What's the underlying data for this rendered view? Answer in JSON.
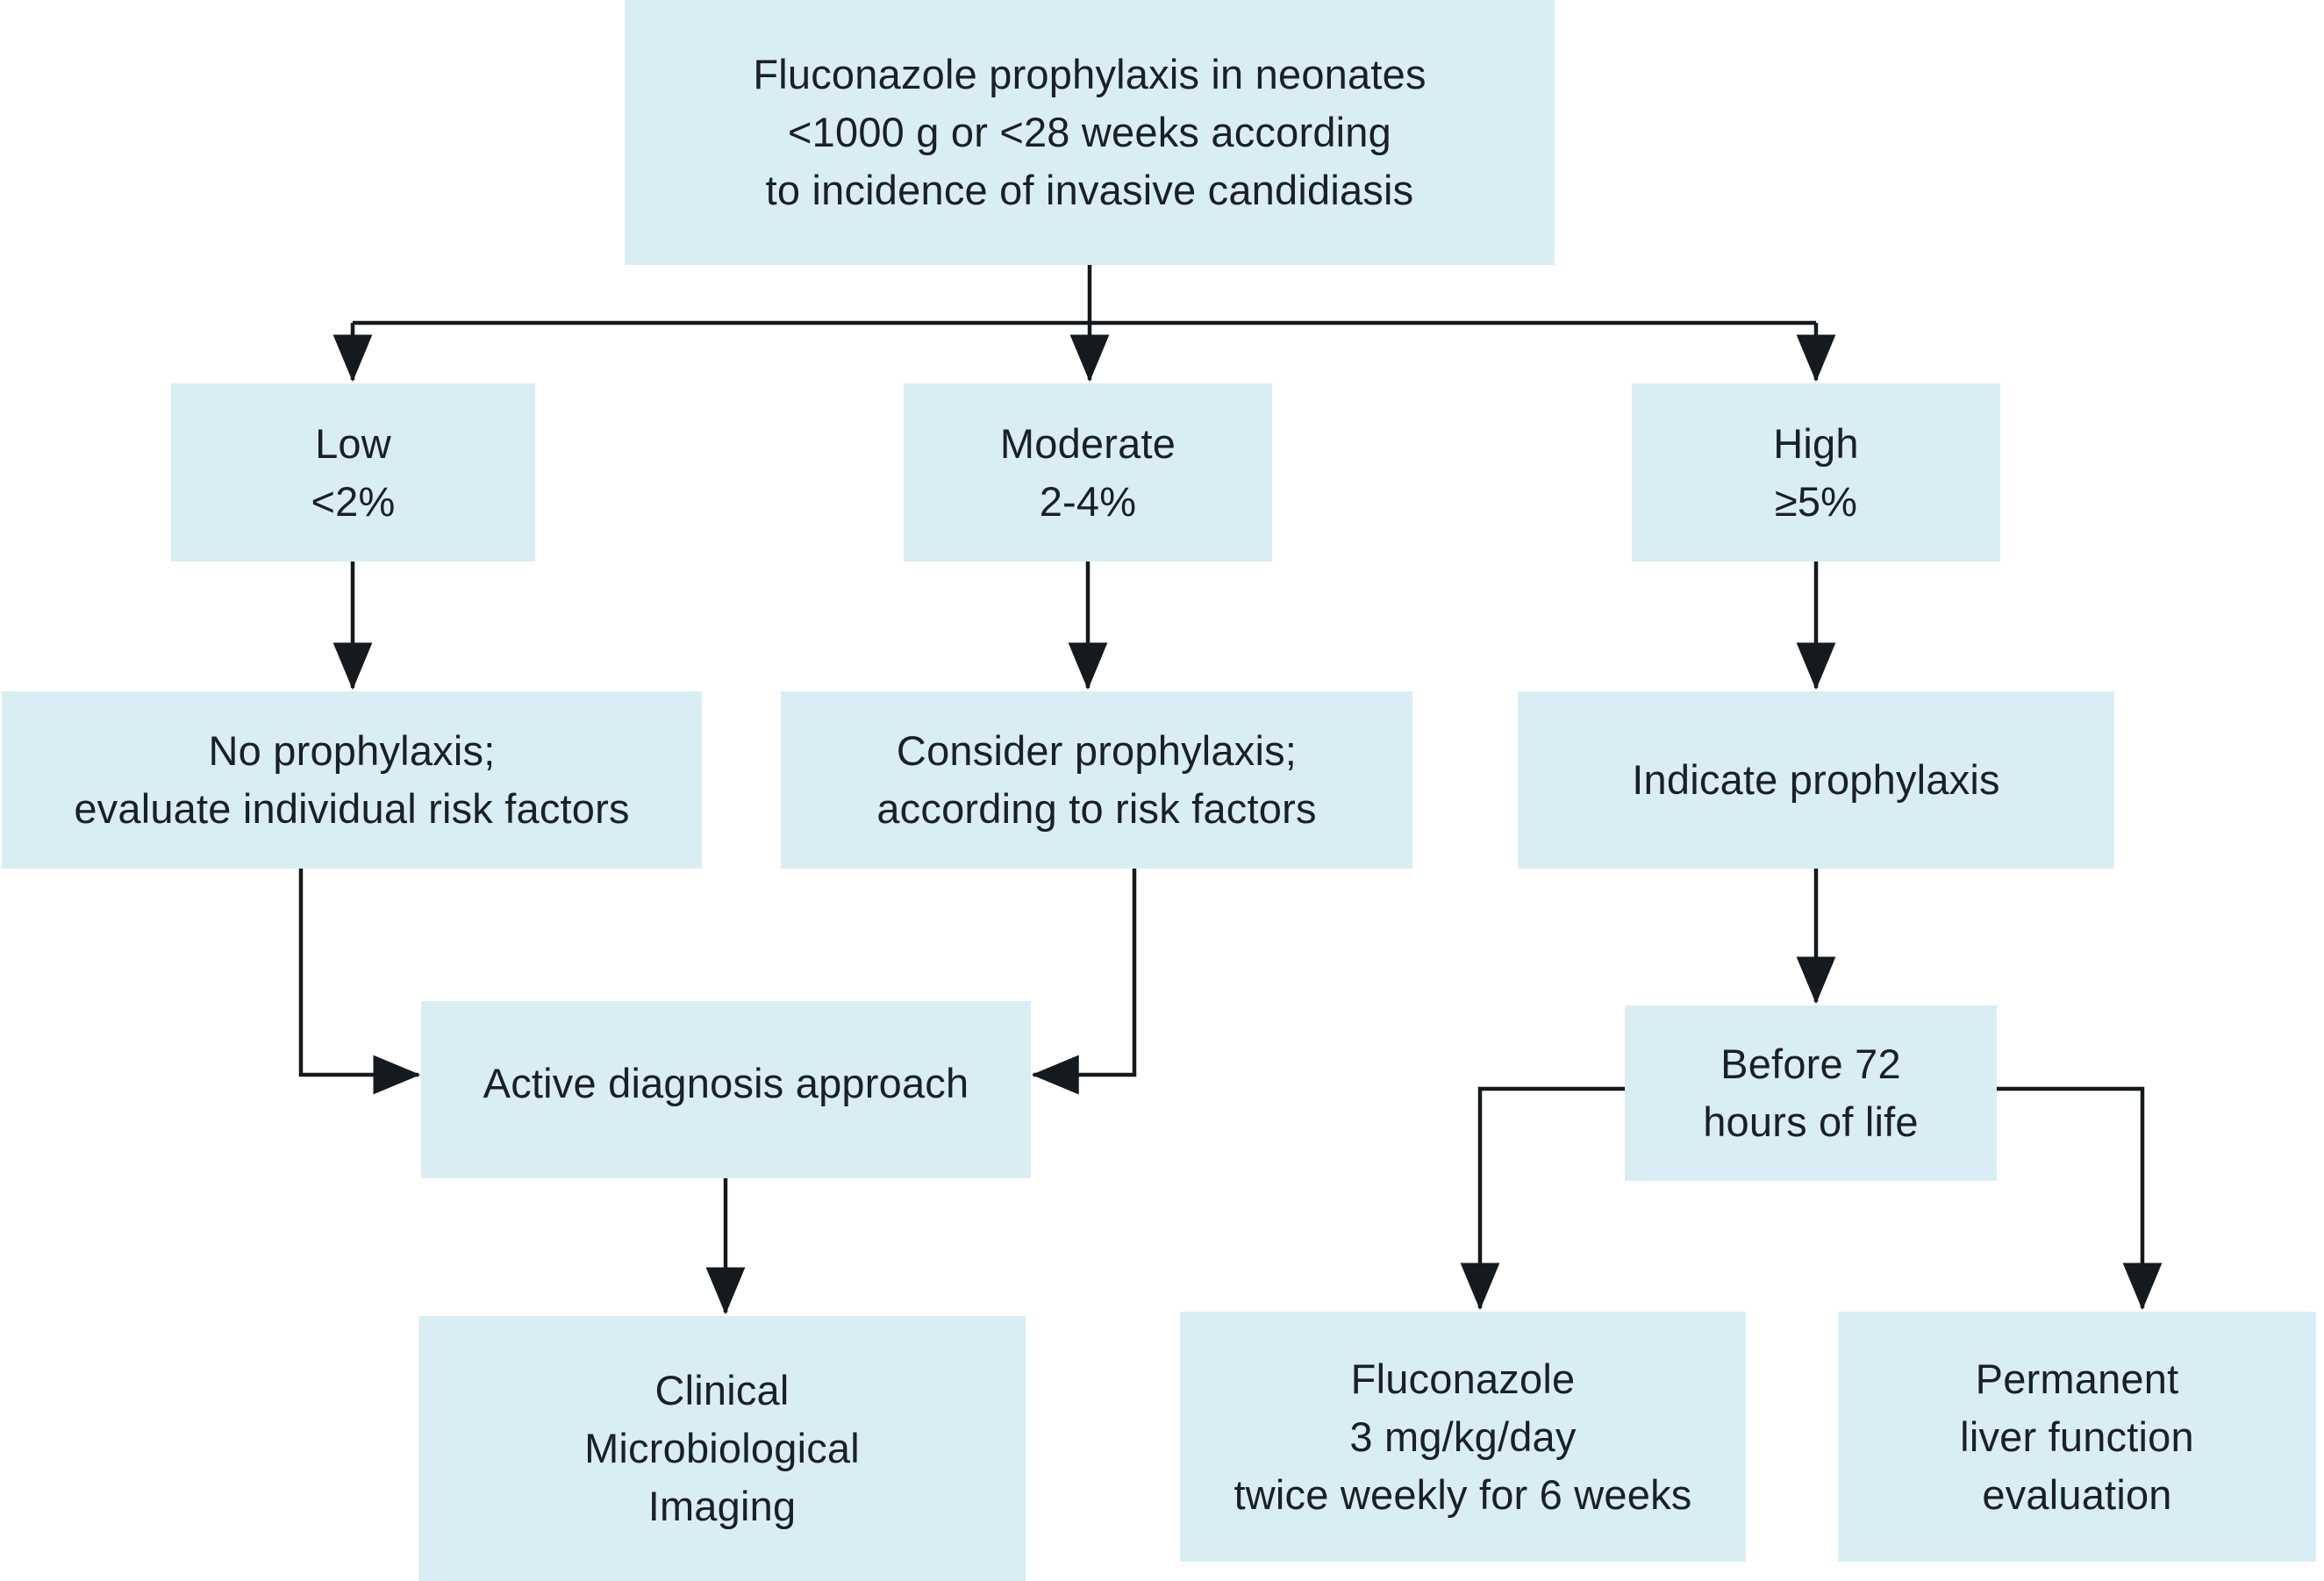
{
  "diagram": {
    "title_box": "Fluconazole prophylaxis in neonates\n<1000 g or <28 weeks according\nto incidence of invasive candidiasis",
    "risk_levels": {
      "low": "Low\n<2%",
      "moderate": "Moderate\n2-4%",
      "high": "High\n≥5%"
    },
    "actions": {
      "low": "No prophylaxis;\nevaluate individual risk factors",
      "moderate": "Consider prophylaxis;\naccording to risk factors",
      "high": "Indicate prophylaxis"
    },
    "active_diagnosis": "Active diagnosis approach",
    "diagnosis_methods": "Clinical\nMicrobiological\nImaging",
    "timing": "Before 72\nhours of life",
    "dosing": "Fluconazole\n3 mg/kg/day\ntwice weekly for 6 weeks",
    "monitoring": "Permanent\nliver function\nevaluation"
  },
  "colors": {
    "box_fill": "#d9edf5",
    "line": "#141a1e",
    "text": "#1a2024",
    "background": "#ffffff"
  }
}
